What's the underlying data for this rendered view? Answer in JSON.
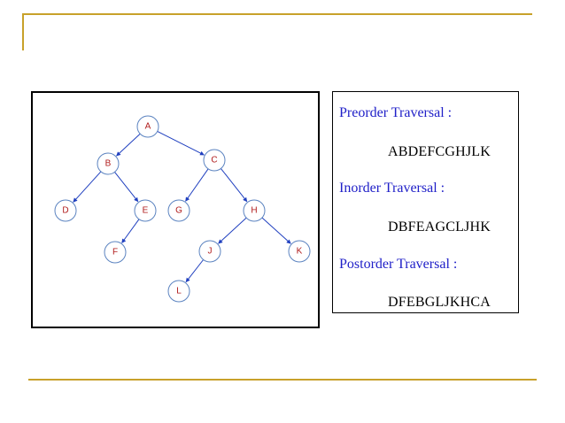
{
  "tree": {
    "nodes": [
      {
        "id": "A",
        "label": "A"
      },
      {
        "id": "B",
        "label": "B"
      },
      {
        "id": "C",
        "label": "C"
      },
      {
        "id": "D",
        "label": "D"
      },
      {
        "id": "E",
        "label": "E"
      },
      {
        "id": "G",
        "label": "G"
      },
      {
        "id": "H",
        "label": "H"
      },
      {
        "id": "F",
        "label": "F"
      },
      {
        "id": "J",
        "label": "J"
      },
      {
        "id": "K",
        "label": "K"
      },
      {
        "id": "L",
        "label": "L"
      }
    ],
    "edges": [
      {
        "from": "A",
        "to": "B"
      },
      {
        "from": "A",
        "to": "C"
      },
      {
        "from": "B",
        "to": "D"
      },
      {
        "from": "B",
        "to": "E"
      },
      {
        "from": "E",
        "to": "F"
      },
      {
        "from": "C",
        "to": "G"
      },
      {
        "from": "C",
        "to": "H"
      },
      {
        "from": "H",
        "to": "J"
      },
      {
        "from": "H",
        "to": "K"
      },
      {
        "from": "J",
        "to": "L"
      }
    ]
  },
  "traversals": {
    "preorder": {
      "label": "Preorder Traversal :",
      "sequence": "ABDEFCGHJLK"
    },
    "inorder": {
      "label": "Inorder Traversal :",
      "sequence": "DBFEAGCLJHK"
    },
    "postorder": {
      "label": "Postorder Traversal :",
      "sequence": "DFEBGLJKHCA"
    }
  },
  "colors": {
    "accent_rule": "#c8a12a",
    "label_text": "#2020c8",
    "node_text": "#b01b1b",
    "edge": "#1f3fbf"
  }
}
